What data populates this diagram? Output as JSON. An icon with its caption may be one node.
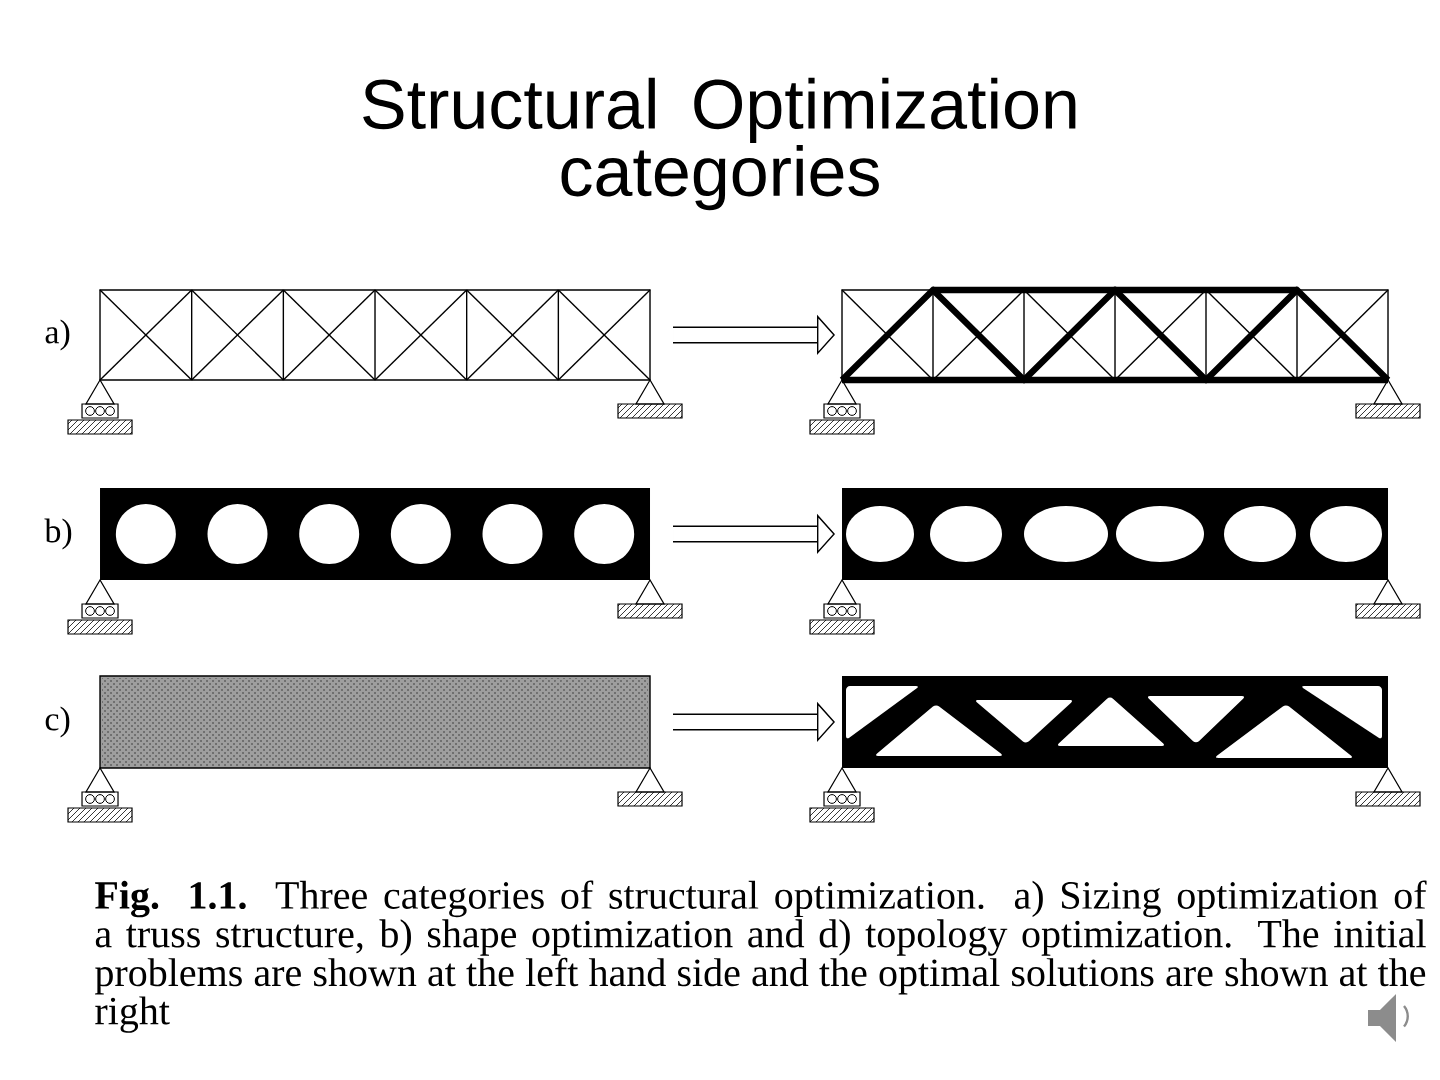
{
  "diagram": {
    "title": "Structural Optimization categories",
    "caption": "**Fig. 1.1.** Three categories of structural optimization. a) Sizing optimization of a truss structure, b) shape optimization and d) topology optimization. The initial problems are shown at the left hand side and the optimal solutions are shown at the right",
    "nodes": [
      {
        "text": [],
        "shape": "picture"
      },
      {
        "text": [],
        "shape": "picture"
      },
      {
        "text": [],
        "shape": "picture"
      },
      {
        "text": [],
        "shape": "picture"
      },
      {
        "text": [],
        "shape": "picture"
      },
      {
        "text": [],
        "shape": "picture"
      }
    ],
    "edges": [
      {
        "from": 0,
        "to": 1,
        "arrow": "to"
      },
      {
        "from": 2,
        "to": 3,
        "arrow": "to"
      },
      {
        "from": 4,
        "to": 5,
        "arrow": "to"
      }
    ],
    "labels": [
      "a)",
      "b)",
      "c)"
    ]
  }
}
